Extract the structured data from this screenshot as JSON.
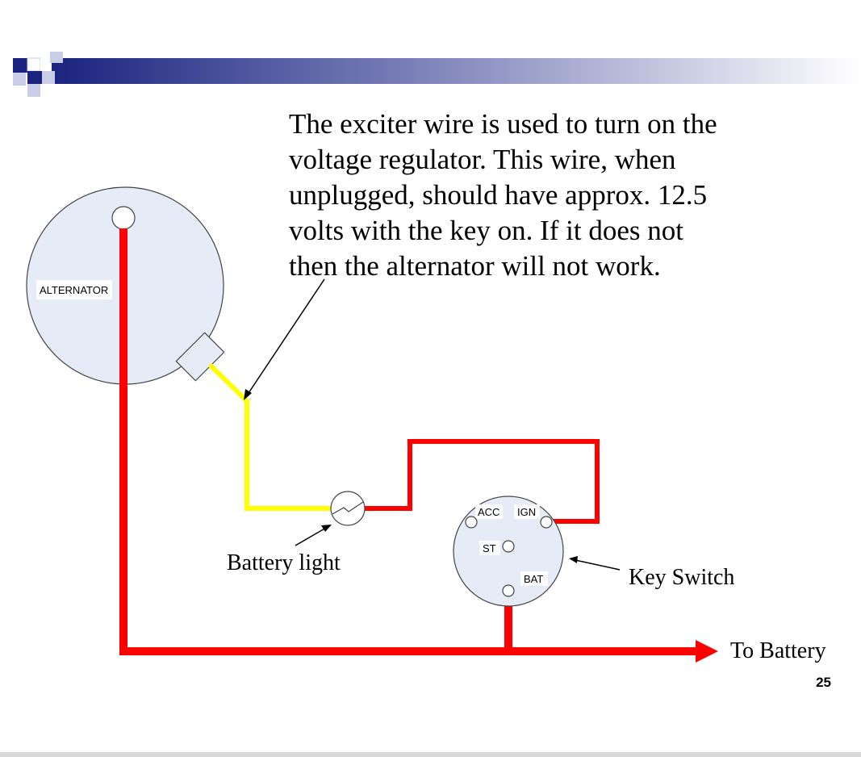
{
  "slide": {
    "caption_lines": [
      "The exciter wire is used to turn on the",
      "voltage regulator. This wire, when",
      "unplugged, should have approx. 12.5",
      "volts with the key on. If it does not",
      "then the alternator will not work."
    ],
    "page_number": "25"
  },
  "diagram": {
    "alternator_label": "ALTERNATOR",
    "battery_light_label": "Battery light",
    "key_switch_label": "Key Switch",
    "to_battery_label": "To Battery",
    "terminals": {
      "acc": "ACC",
      "ign": "IGN",
      "st": "ST",
      "bat": "BAT"
    }
  },
  "colors": {
    "wire_power": "#ff0000",
    "wire_exciter": "#ffff00",
    "component_fill": "#e6ecf7",
    "header_bar_dark": "#1a237e"
  }
}
